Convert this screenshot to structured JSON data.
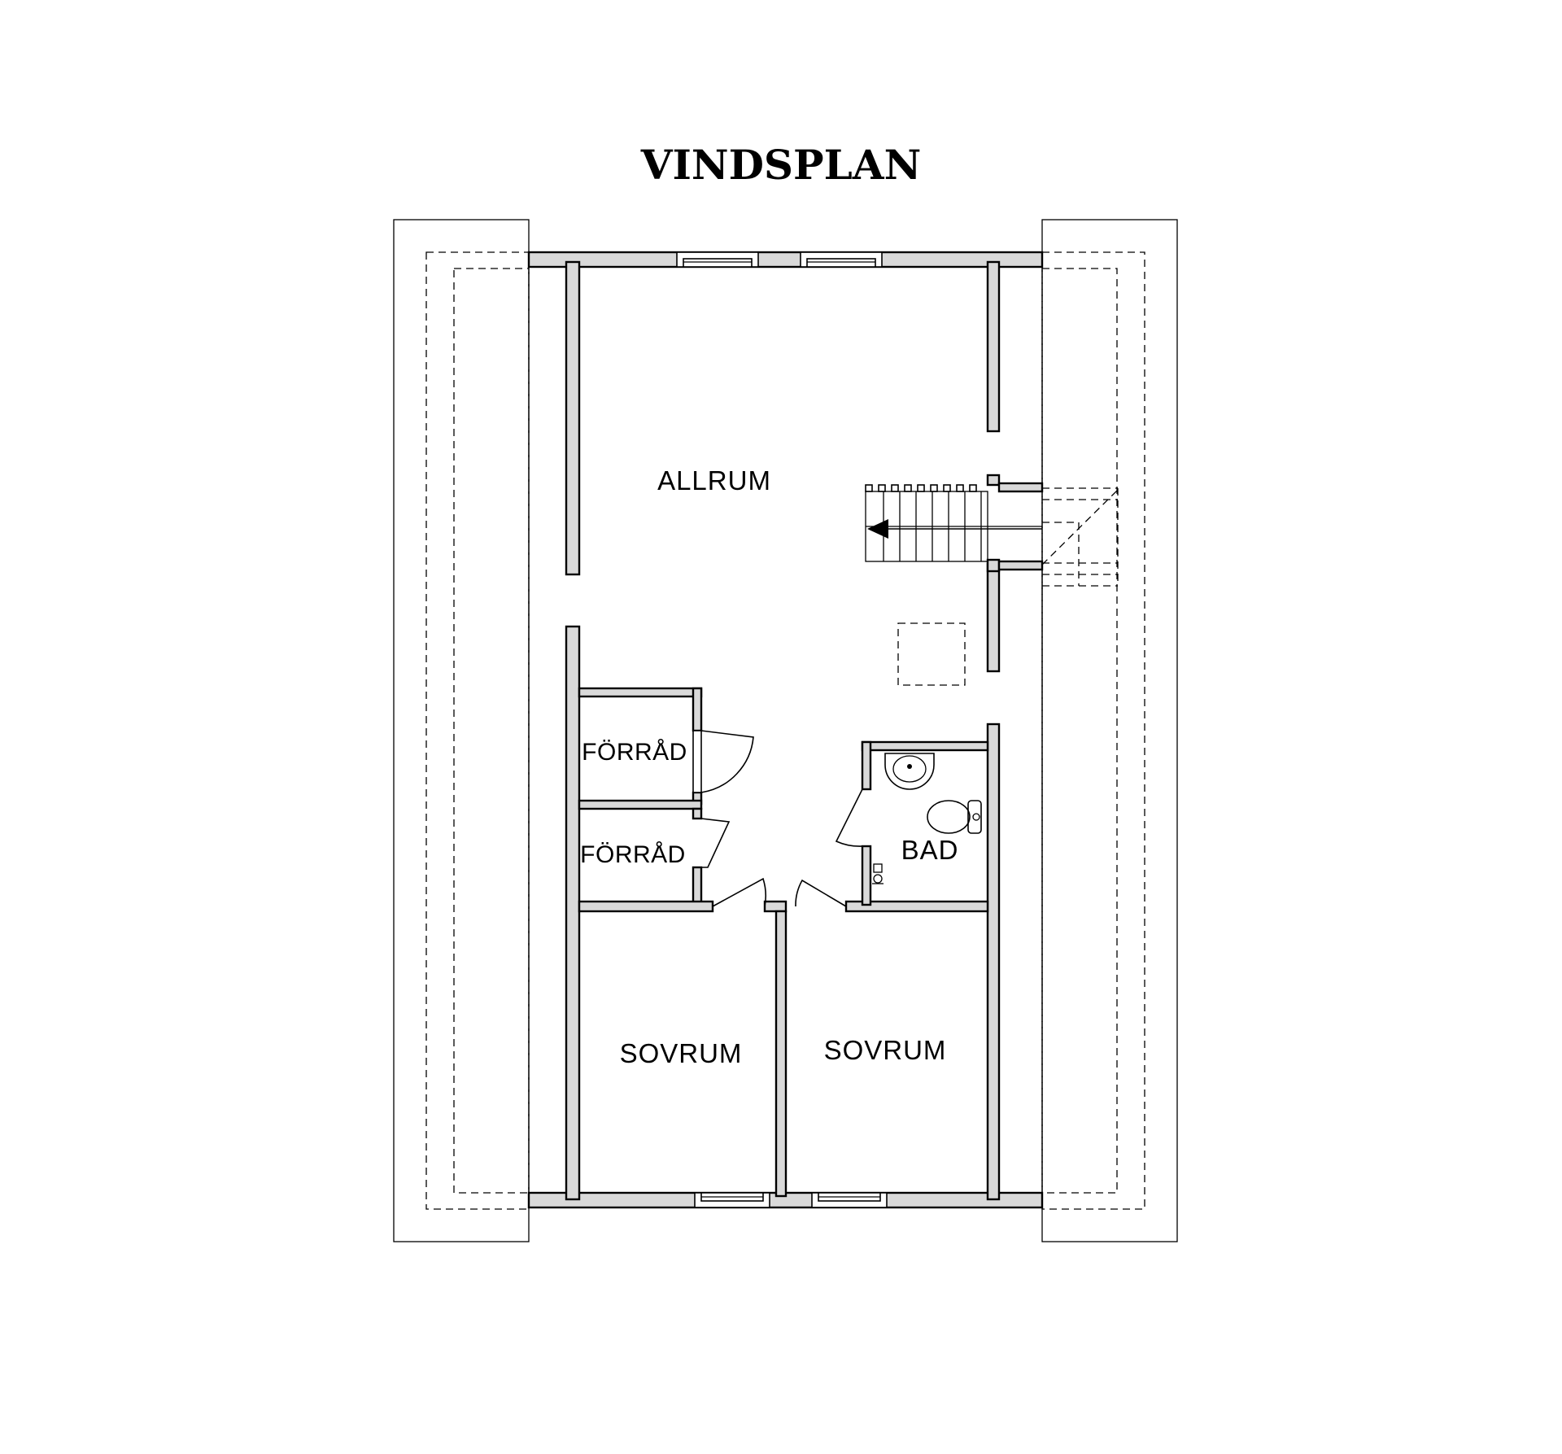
{
  "title": "VINDSPLAN",
  "rooms": {
    "allrum": "ALLRUM",
    "forrad_upper": "FÖRRÅD",
    "forrad_lower": "FÖRRÅD",
    "bad": "BAD",
    "sovrum_left": "SOVRUM",
    "sovrum_right": "SOVRUM"
  },
  "colors": {
    "wall_fill": "#d9d9d9",
    "line": "#000000",
    "background": "#ffffff"
  },
  "icons": [
    "stair-arrow-icon",
    "washbasin-icon",
    "toilet-icon",
    "shower-icon"
  ]
}
